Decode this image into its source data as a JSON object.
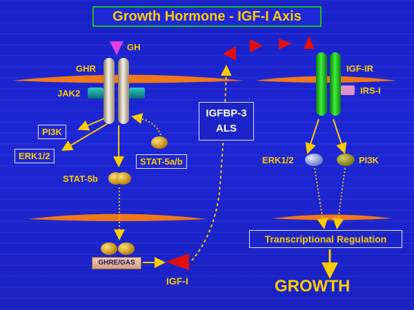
{
  "title": "Growth Hormone - IGF-I Axis",
  "labels": {
    "gh": "GH",
    "ghr": "GHR",
    "jak2": "JAK2",
    "pi3k_left": "PI3K",
    "erk_left": "ERK1/2",
    "stat5ab": "STAT-5a/b",
    "stat5b": "STAT-5b",
    "ghre_gas": "GHRE/GAS",
    "igf1": "IGF-I",
    "igfbp3": "IGFBP-3",
    "als": "ALS",
    "igf1r": "IGF-IR",
    "irs1": "IRS-I",
    "erk_right": "ERK1/2",
    "pi3k_right": "PI3K",
    "transcriptional": "Transcriptional Regulation",
    "growth": "GROWTH"
  },
  "colors": {
    "background": "#1c24cc",
    "text_yellow": "#ffcc00",
    "membrane": "#f08020",
    "title_border": "#20c020",
    "igf_triangle": "#e01010",
    "gh_triangle": "#e040e0",
    "receptor_green": "#20c020",
    "jak2_teal": "#10a0a0",
    "irs1_pink": "#e090c0",
    "stat_gold": "#e0a000"
  },
  "icons": [
    "gh-triangle-icon",
    "igf-triangle-icon",
    "stat-protein-icon",
    "receptor-icon"
  ]
}
